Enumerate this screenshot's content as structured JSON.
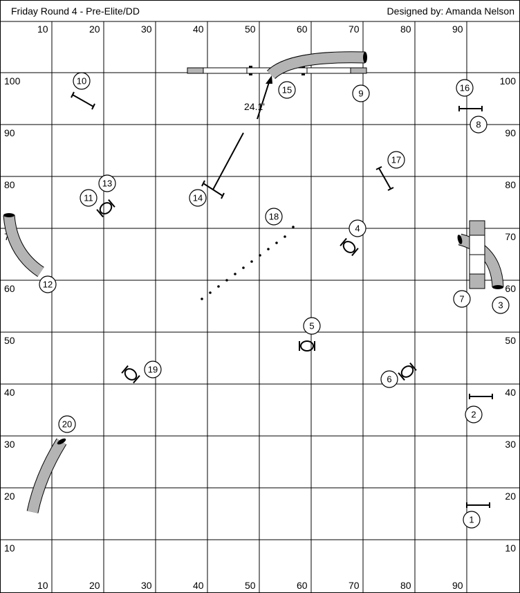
{
  "header": {
    "title": "Friday Round 4 - Pre-Elite/DD",
    "designer": "Designed by: Amanda Nelson"
  },
  "axes": {
    "top": [
      "10",
      "20",
      "30",
      "40",
      "50",
      "60",
      "70",
      "80",
      "90"
    ],
    "bottom": [
      "10",
      "20",
      "30",
      "40",
      "50",
      "60",
      "70",
      "80",
      "90"
    ],
    "left": [
      "100",
      "90",
      "80",
      "70",
      "60",
      "50",
      "40",
      "30",
      "20",
      "10"
    ],
    "right": [
      "100",
      "90",
      "80",
      "70",
      "60",
      "50",
      "40",
      "30",
      "20",
      "10"
    ]
  },
  "measurement": {
    "label": "24.1'"
  },
  "obstacle_numbers": [
    "1",
    "2",
    "3",
    "4",
    "5",
    "6",
    "7",
    "8",
    "9",
    "10",
    "11",
    "12",
    "13",
    "14",
    "15",
    "16",
    "17",
    "18",
    "19",
    "20"
  ],
  "colors": {
    "tunnel": "#b4b4b4",
    "grid": "#000000",
    "contact_zone": "#b4b4b4"
  }
}
